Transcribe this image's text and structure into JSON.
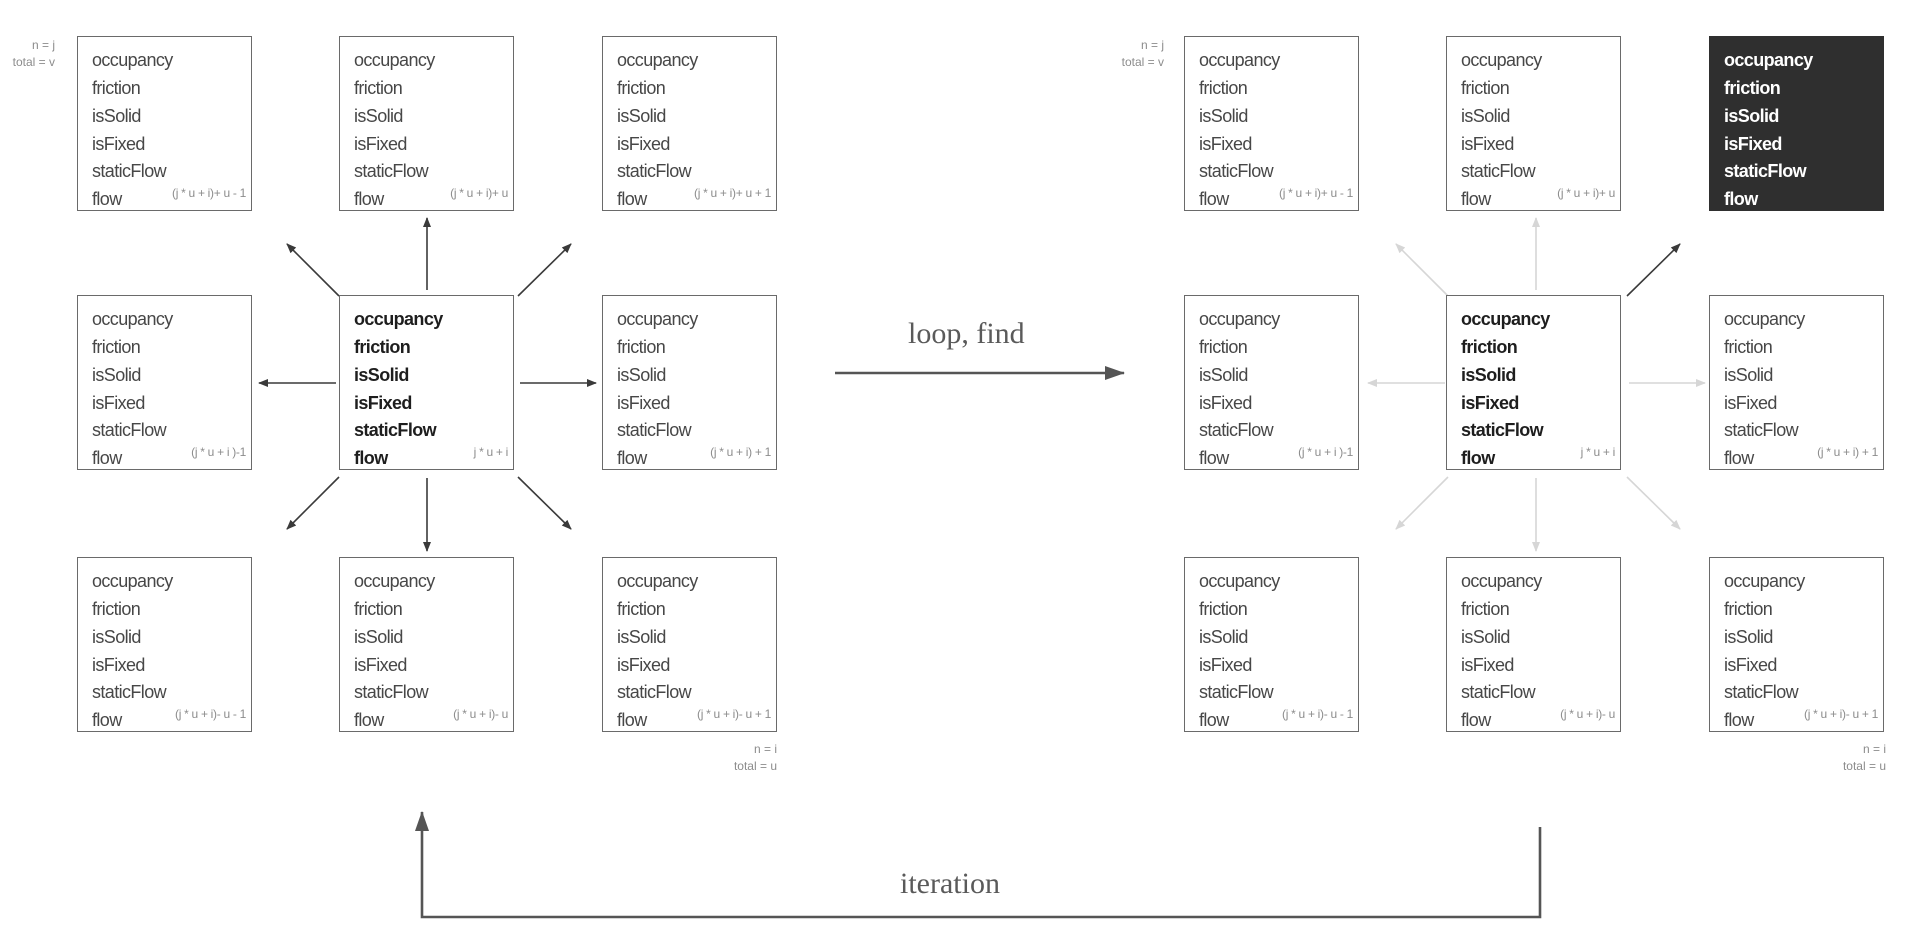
{
  "fields": [
    "occupancy",
    "friction",
    "isSolid",
    "isFixed",
    "staticFlow",
    "flow"
  ],
  "grid_left": {
    "corner_top": {
      "n": "n = j",
      "total": "total = v"
    },
    "corner_bottom": {
      "n": "n = i",
      "total": "total = u"
    },
    "cells": [
      {
        "index": "(j * u + i)+ u - 1"
      },
      {
        "index": "(j * u + i)+ u"
      },
      {
        "index": "(j * u + i)+ u + 1"
      },
      {
        "index": "(j * u + i )-1"
      },
      {
        "index": "j * u + i",
        "style": "bold"
      },
      {
        "index": "(j * u + i) + 1"
      },
      {
        "index": "(j * u + i)- u - 1"
      },
      {
        "index": "(j * u + i)- u"
      },
      {
        "index": "(j * u + i)- u + 1"
      }
    ]
  },
  "grid_right": {
    "corner_top": {
      "n": "n = j",
      "total": "total = v"
    },
    "corner_bottom": {
      "n": "n = i",
      "total": "total = u"
    },
    "cells": [
      {
        "index": "(j * u + i)+ u - 1"
      },
      {
        "index": "(j * u + i)+ u"
      },
      {
        "index": "",
        "style": "inverted"
      },
      {
        "index": "(j * u + i )-1"
      },
      {
        "index": "j * u + i",
        "style": "bold"
      },
      {
        "index": "(j * u + i) + 1"
      },
      {
        "index": "(j * u + i)- u - 1"
      },
      {
        "index": "(j * u + i)- u"
      },
      {
        "index": "(j * u + i)- u + 1"
      }
    ],
    "highlighted_direction": "top-right",
    "arrow_colors": {
      "active": "#3a3a3a",
      "faded": "#d6d6d6"
    }
  },
  "labels": {
    "loop": "loop, find",
    "iteration": "iteration"
  },
  "colors": {
    "border": "#6a6a6a",
    "arrow": "#3a3a3a",
    "highlight_fill": "#2f2f2f",
    "faded_arrow": "#d6d6d6"
  }
}
